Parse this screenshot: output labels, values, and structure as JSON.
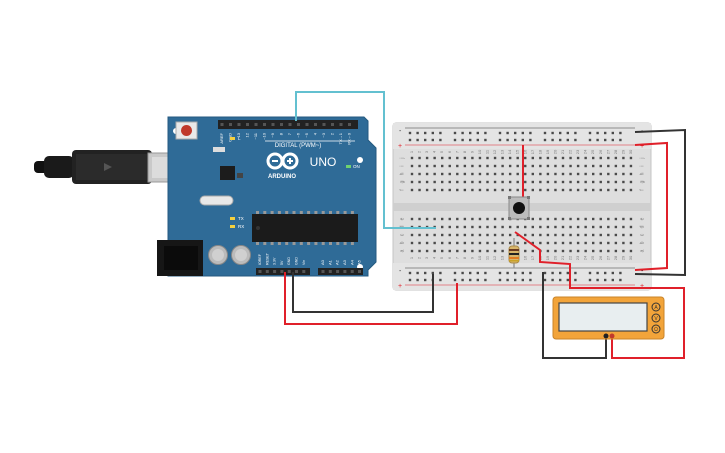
{
  "arduino": {
    "brand_text": "ARDUINO",
    "model_text": "UNO",
    "on_text": "ON",
    "digital_label": "DIGITAL (PWM~)",
    "power_label": "POWER",
    "analog_label": "ANALOG IN",
    "digital_pins": [
      "AREF",
      "GND",
      "13",
      "12",
      "~11",
      "~10",
      "~9",
      "8",
      "7",
      "~6",
      "~5",
      "4",
      "~3",
      "2",
      "TX→1",
      "RX←0"
    ],
    "power_pins": [
      "IOREF",
      "RESET",
      "3.3V",
      "5V",
      "GND",
      "GND",
      "Vin"
    ],
    "analog_pins": [
      "A0",
      "A1",
      "A2",
      "A3",
      "A4",
      "A5"
    ],
    "led_labels": [
      "L",
      "TX",
      "RX"
    ]
  },
  "breadboard": {
    "row_letters_top": [
      "j",
      "i",
      "h",
      "g",
      "f"
    ],
    "row_letters_bottom": [
      "e",
      "d",
      "c",
      "b",
      "a"
    ],
    "column_numbers": [
      "1",
      "2",
      "3",
      "4",
      "5",
      "6",
      "7",
      "8",
      "9",
      "10",
      "11",
      "12",
      "13",
      "14",
      "15",
      "16",
      "17",
      "18",
      "19",
      "20",
      "21",
      "22",
      "23",
      "24",
      "25",
      "26",
      "27",
      "28",
      "29",
      "30"
    ],
    "rail_minus": "-",
    "rail_plus": "+"
  },
  "multimeter": {
    "display_value": "",
    "mode_buttons": [
      "A",
      "V",
      "Ω"
    ]
  },
  "colors": {
    "board_blue": "#2f6b97",
    "wire_red": "#e0202a",
    "wire_black": "#333333",
    "wire_cyan": "#63c0d0",
    "meter_orange": "#f2a43a"
  }
}
